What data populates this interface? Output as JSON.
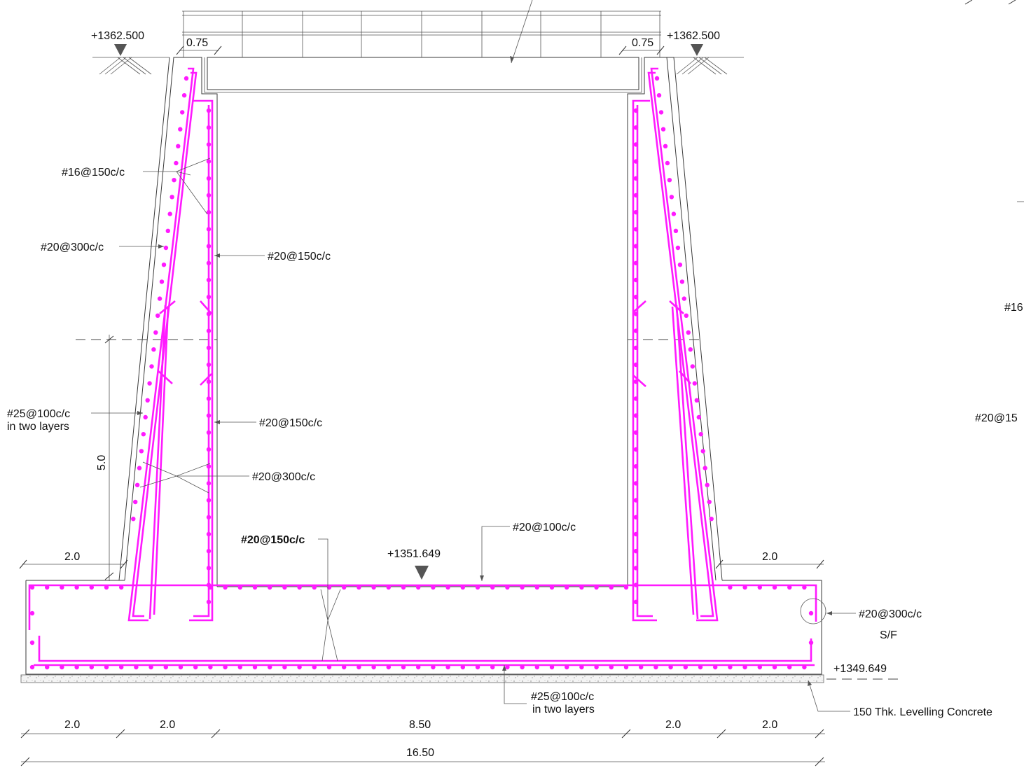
{
  "drawing": {
    "levels": {
      "top_left": "+1362.500",
      "top_right": "+1362.500",
      "base_slab_top": "+1351.649",
      "base_slab_bottom": "+1349.649"
    },
    "top_widths": {
      "left": "0.75",
      "right": "0.75"
    },
    "dimensions": {
      "toe_left": "2.0",
      "toe_right": "2.0",
      "height": "5.0",
      "bottom_segments": [
        "2.0",
        "2.0",
        "8.50",
        "2.0",
        "2.0"
      ],
      "overall": "16.50"
    },
    "callouts": {
      "l1": "#16@150c/c",
      "l2": "#20@300c/c",
      "l3": "#20@150c/c",
      "l4a": "#25@100c/c",
      "l4b": "in two layers",
      "l5": "#20@150c/c",
      "l6": "#20@300c/c",
      "l7": "#20@150c/c",
      "l8": "#20@100c/c",
      "l9": "#20@300c/c",
      "l9b": "S/F",
      "l10a": "#25@100c/c",
      "l10b": "in two layers",
      "l11": "150 Thk. Levelling Concrete"
    },
    "cropped_right": {
      "c1": "#16",
      "c2": "#20@15"
    },
    "colors": {
      "rebar": "#ff1aff",
      "line": "#3a3a3a",
      "background": "#ffffff"
    }
  }
}
